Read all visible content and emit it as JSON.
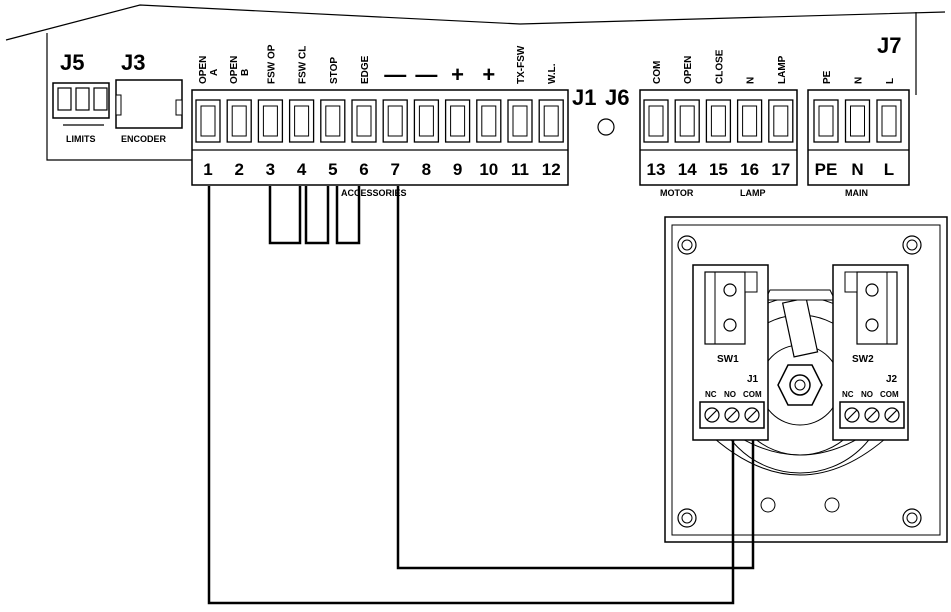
{
  "board": {
    "connectors": {
      "j5": "J5",
      "j3": "J3",
      "j1": "J1",
      "j6": "J6",
      "j7": "J7"
    },
    "sublabels": {
      "limits": "LIMITS",
      "encoder": "ENCODER",
      "accessories": "ACCESSORIES",
      "motor": "MOTOR",
      "lamp": "LAMP",
      "main": "MAIN"
    },
    "terminal_labels": [
      "OPEN A",
      "OPEN B",
      "FSW OP",
      "FSW CL",
      "STOP",
      "EDGE",
      "—",
      "—",
      "+",
      "+",
      "TX-FSW",
      "W.L.",
      "COM",
      "OPEN",
      "CLOSE",
      "N",
      "LAMP",
      "PE",
      "N",
      "L"
    ],
    "terminal_numbers": [
      "1",
      "2",
      "3",
      "4",
      "5",
      "6",
      "7",
      "8",
      "9",
      "10",
      "11",
      "12",
      "13",
      "14",
      "15",
      "16",
      "17",
      "PE",
      "N",
      "L"
    ]
  },
  "limit_box": {
    "sw1": "SW1",
    "sw2": "SW2",
    "j1": "J1",
    "j2": "J2",
    "nc": "NC",
    "no": "NO",
    "com": "COM"
  }
}
